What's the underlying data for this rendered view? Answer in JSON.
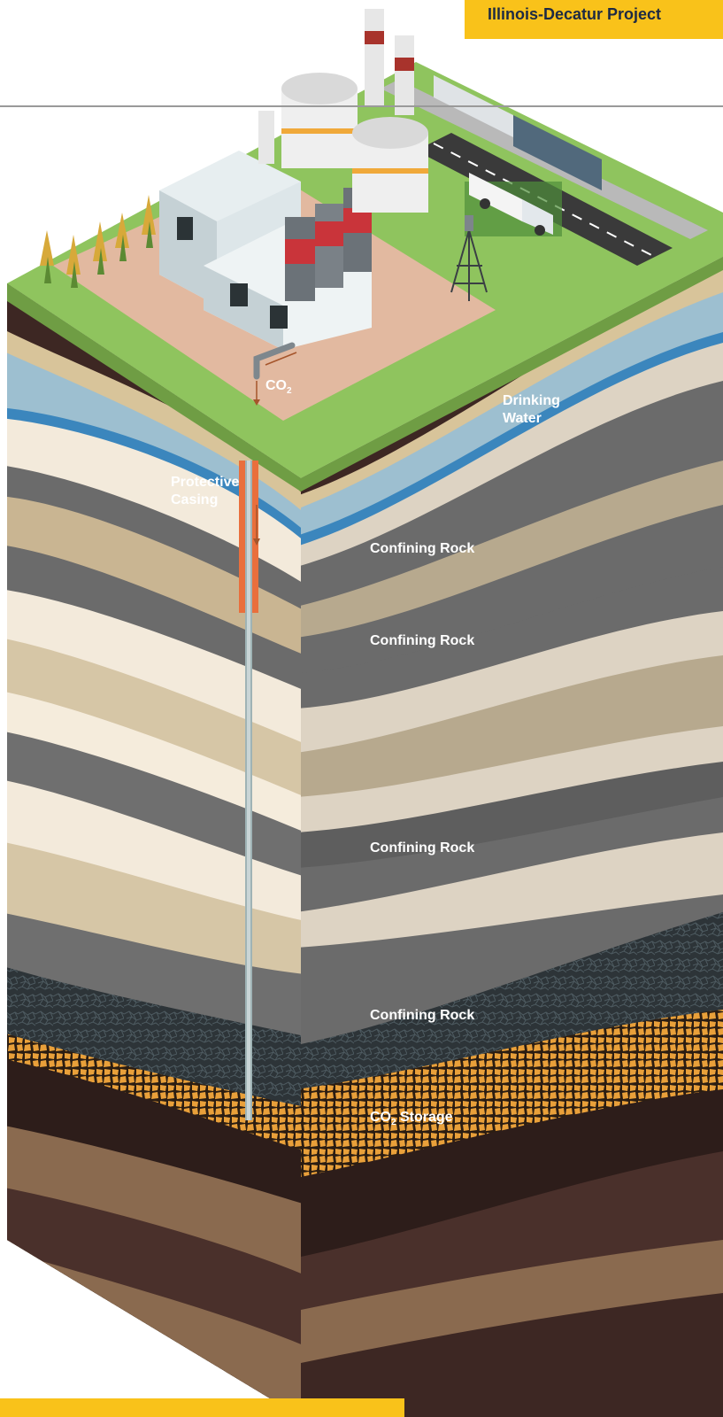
{
  "title": "Illinois-Decatur Project",
  "labels": {
    "co2_pipe": {
      "text": "CO",
      "sub": "2"
    },
    "drinking_water_1": "Drinking",
    "drinking_water_2": "Water",
    "protective_casing_1": "Protective",
    "protective_casing_2": "Casing",
    "confining_rock_1": "Confining Rock",
    "confining_rock_2": "Confining Rock",
    "confining_rock_3": "Confining Rock",
    "confining_rock_4": "Confining Rock",
    "co2_storage": {
      "prefix": "CO",
      "sub": "2",
      "suffix": " Storage"
    }
  },
  "colors": {
    "accent_yellow": "#f9c21a",
    "grass": "#8fc45e",
    "drinking_water": "#8fb7cc",
    "confining_rock": "#5f5f5f",
    "casing": "#e96f3c",
    "co2_storage": "#e9a03a",
    "deep_soil": "#3a2420"
  },
  "icons": [
    "power-plant-icon",
    "storage-tank-icon",
    "smokestack-icon",
    "train-icon",
    "tanker-truck-icon",
    "drilling-rig-icon",
    "corn-crop-icon",
    "pipe-icon"
  ]
}
